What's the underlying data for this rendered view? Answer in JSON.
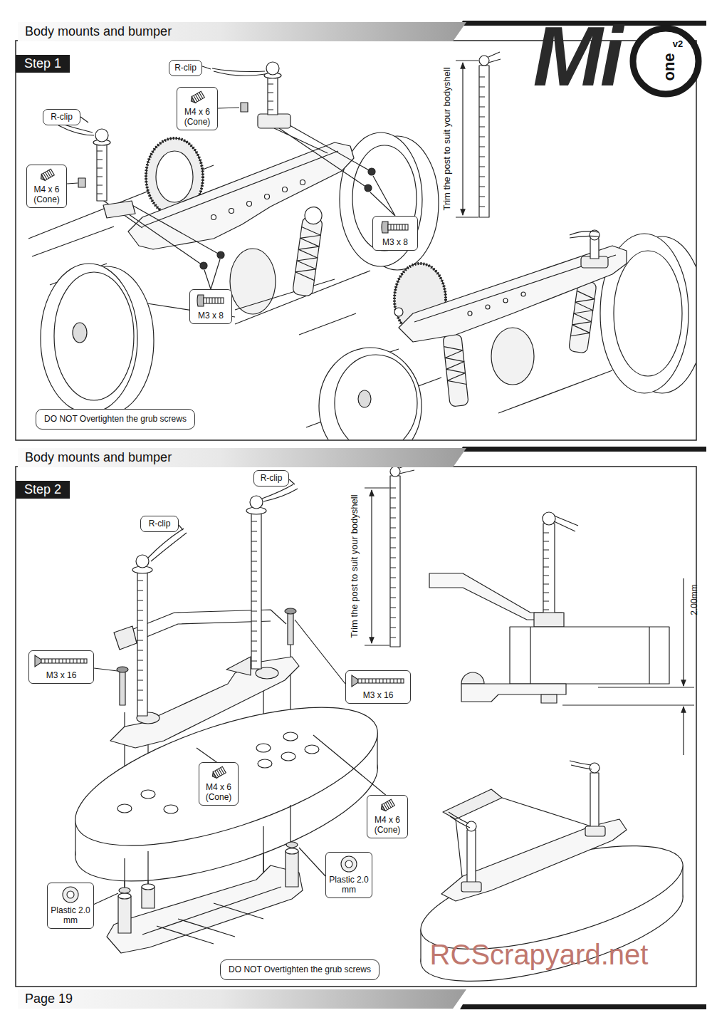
{
  "diagram": {
    "nodes": [
      {
        "text": [
          "Body mounts and bumper"
        ]
      },
      {
        "text": [
          "Step 1"
        ]
      },
      {
        "text": [
          "R-clip"
        ]
      },
      {
        "text": [
          "R-clip"
        ]
      },
      {
        "text": [
          "M4 x 6 (Cone)"
        ]
      },
      {
        "text": [
          "M4 x 6 (Cone)"
        ]
      },
      {
        "text": [
          "M3 x 8"
        ]
      },
      {
        "text": [
          "M3 x 8"
        ]
      },
      {
        "text": [
          "DO NOT Overtighten the grub screws"
        ]
      },
      {
        "text": [
          "Body mounts and bumper"
        ]
      },
      {
        "text": [
          "Step 2"
        ]
      },
      {
        "text": [
          "R-clip"
        ]
      },
      {
        "text": [
          "R-clip"
        ]
      },
      {
        "text": [
          "M3 x 16"
        ]
      },
      {
        "text": [
          "M3 x 16"
        ]
      },
      {
        "text": [
          "M4 x 6 (Cone)"
        ]
      },
      {
        "text": [
          "M4 x 6 (Cone)"
        ]
      },
      {
        "text": [
          "Plastic 2.0 mm"
        ]
      },
      {
        "text": [
          "Plastic 2.0 mm"
        ]
      },
      {
        "text": [
          "DO NOT Overtighten the grub screws"
        ]
      },
      {
        "text": [
          "Page 19"
        ]
      }
    ],
    "labels": [
      "Mi",
      "one",
      "v2",
      "Trim the post to suit your bodyshell",
      "Trim the post to suit your bodyshell",
      "2.00mm",
      "RCScrapyard.net"
    ]
  }
}
